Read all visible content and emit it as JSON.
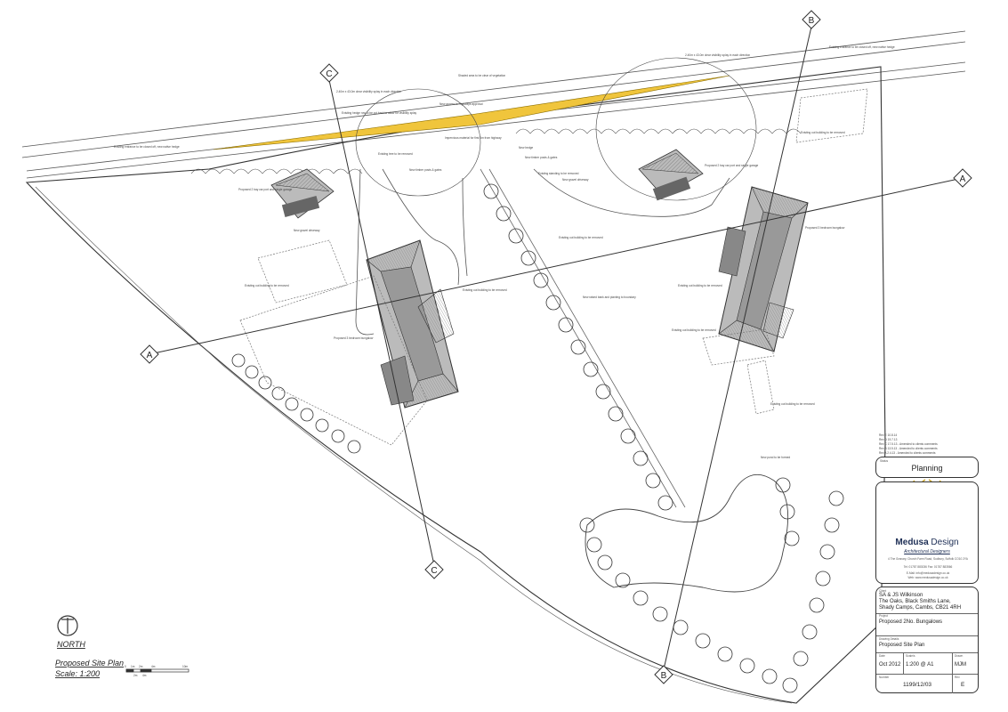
{
  "section_markers": {
    "a": "A",
    "b": "B",
    "c": "C"
  },
  "annotations": {
    "proposed_bungalow_left": "Proposed 3 bedroom bungalow",
    "proposed_bungalow_right": "Proposed 3 bedroom bungalow",
    "carport_left": "Proposed 2 bay car port and single garage",
    "carport_right": "Proposed 2 bay car port and single garage",
    "existing_outbuilding": "Existing out building to be removed",
    "new_driveway": "New gravel driveway",
    "new_access": "New access to Highways approval",
    "shaded_area": "Shaded area to be clear of vegetation",
    "visibility_splay": "2.40m x 43.0m clear visibility splay in each direction",
    "existing_hedge": "Existing hedge row to be cut back to allow for visibility splay",
    "existing_entrance": "Existing entrance to be closed off, new native hedge",
    "new_pond": "New pond to be formed",
    "new_bank": "New raised bank and planting to boundary",
    "new_timber_posts": "New timber posts & gates",
    "pervious_material": "Impervious material for first 5m from highway",
    "existing_standing": "Existing standing to be removed",
    "new_hedge": "New hedge",
    "existing_tree": "Existing tree to be removed"
  },
  "revisions": [
    "Rev E  10.8.14",
    "Rev D  19.7.13",
    "Rev C  17.5.13 - Amended to clients comments",
    "Rev B  13.5.13 - Amended to clients comments",
    "Rev A  2.4.13 - Amended to clients comments"
  ],
  "status": {
    "label": "Status",
    "value": "Planning"
  },
  "company": {
    "name_bold": "Medusa",
    "name_light": " Design",
    "subtitle": "Architectural Designers",
    "address": "4 The Granary, Church Farm Road, Sudbury, Suffolk CO10 2YA",
    "tel": "Tel: 01787 883036  Fax: 01787 883566",
    "email": "E-Mail: info@medusadesign.co.uk",
    "web": "Web: www.medusadesign.co.uk"
  },
  "client": {
    "label": "Client",
    "lines": [
      "SA & JS Wilkinson",
      "The Oaks, Black Smiths Lane,",
      "Shady Camps, Cambs, CB21 4RH"
    ]
  },
  "project": {
    "label": "Project",
    "value": "Proposed 2No. Bungalows"
  },
  "drawing": {
    "label": "Drawing Details",
    "value": "Proposed Site Plan"
  },
  "date": {
    "label": "Date",
    "value": "Oct 2012"
  },
  "scales": {
    "label": "Scale/s",
    "value": "1:200 @ A1"
  },
  "drawn": {
    "label": "Drawn",
    "value": "MJM"
  },
  "number": {
    "label": "Number",
    "value": "1199/12/03"
  },
  "rev": {
    "label": "Rev",
    "value": "E"
  },
  "north_label": "NORTH",
  "plan_title": "Proposed Site Plan",
  "plan_scale": "Scale: 1:200",
  "scale_bar": [
    "0",
    "1m",
    "2m",
    "4m",
    "10m"
  ],
  "scale_bar_sub": [
    "2m",
    "4m"
  ],
  "colors": {
    "highlight": "#f0c53c",
    "roof": "#999999",
    "line": "#333333"
  }
}
